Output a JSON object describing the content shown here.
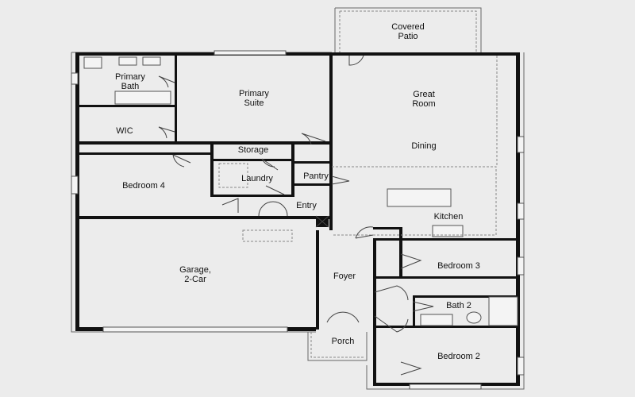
{
  "rooms": {
    "covered_patio": [
      "Covered",
      "Patio"
    ],
    "primary_bath": [
      "Primary",
      "Bath"
    ],
    "primary_suite": [
      "Primary",
      "Suite"
    ],
    "great_room": [
      "Great",
      "Room"
    ],
    "dining": "Dining",
    "wic": "WIC",
    "storage": "Storage",
    "bedroom_4": "Bedroom 4",
    "laundry": "Laundry",
    "pantry": "Pantry",
    "entry": "Entry",
    "kitchen": "Kitchen",
    "garage": [
      "Garage,",
      "2-Car"
    ],
    "foyer": "Foyer",
    "bedroom_3": "Bedroom 3",
    "bath_2": "Bath 2",
    "porch": "Porch",
    "bedroom_2": "Bedroom 2"
  }
}
